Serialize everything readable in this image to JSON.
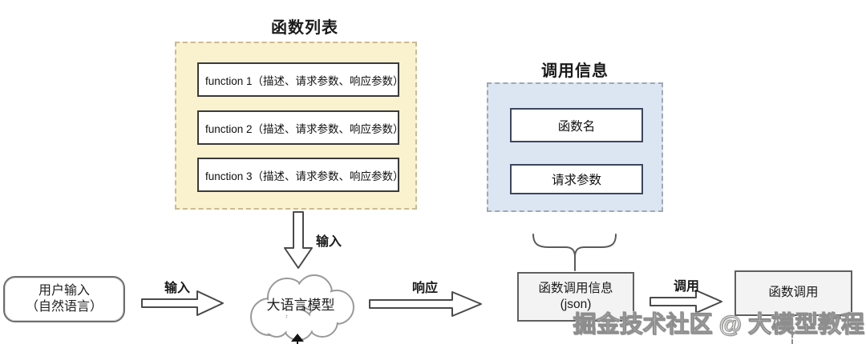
{
  "function_list": {
    "title": "函数列表",
    "item1": "function 1（描述、请求参数、响应参数）",
    "item2": "function 2（描述、请求参数、响应参数）",
    "item3": "function 3（描述、请求参数、响应参数）"
  },
  "call_info": {
    "title": "调用信息",
    "field1": "函数名",
    "field2": "请求参数"
  },
  "flow": {
    "user_input_line1": "用户输入",
    "user_input_line2": "（自然语言）",
    "input_arrow_label": "输入",
    "down_arrow_label": "输入",
    "llm_label": "大语言模型",
    "response_arrow_label": "响应",
    "fc_info_line1": "函数调用信息",
    "fc_info_line2": "(json)",
    "call_arrow_label": "调用",
    "function_call_label": "函数调用"
  },
  "watermark": {
    "text": "掘金技术社区 @ 大模型教程"
  },
  "colors": {
    "function_list_fill": "#FAF1CE",
    "function_list_border": "#C9BB92",
    "call_info_fill": "#DCE6F3",
    "call_info_border": "#9FA9B4",
    "gray_box_fill": "#F3F3F3",
    "line_color": "#4A4A4A"
  }
}
